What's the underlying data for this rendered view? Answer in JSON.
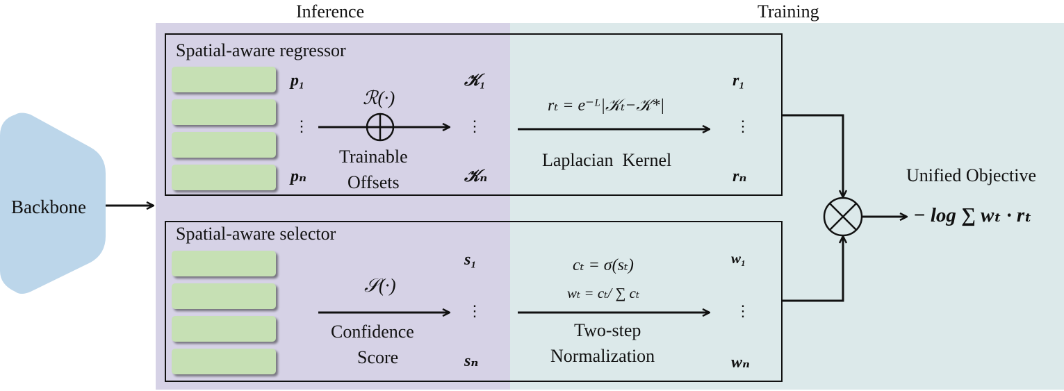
{
  "colors": {
    "inference_bg": "#d6d2e6",
    "training_bg": "#dce9ea",
    "backbone_fill": "#bcd6ea",
    "feature_bar": "#c6e0b4"
  },
  "sections": {
    "inference": "Inference",
    "training": "Training"
  },
  "backbone": {
    "label": "Backbone"
  },
  "regressor": {
    "title": "Spatial-aware regressor",
    "p_first": "p₁",
    "p_dots": "⋮",
    "p_last": "pₙ",
    "op": "ℛ(·)",
    "op_caption_1": "Trainable",
    "op_caption_2": "Offsets",
    "k_first": "𝒦₁",
    "k_dots": "⋮",
    "k_last": "𝒦ₙ",
    "kernel_eq": "rₜ = e⁻ᴸ|𝒦ₜ−𝒦*|",
    "kernel_caption": "Laplacian  Kernel",
    "r_first": "r₁",
    "r_dots": "⋮",
    "r_last": "rₙ"
  },
  "selector": {
    "title": "Spatial-aware selector",
    "op": "𝒮(·)",
    "op_caption_1": "Confidence",
    "op_caption_2": "Score",
    "s_first": "s₁",
    "s_dots": "⋮",
    "s_last": "sₙ",
    "norm_eq_1": "cₜ = σ(sₜ)",
    "norm_eq_2": "wₜ = cₜ/ ∑ cₜ",
    "norm_caption_1": "Two-step",
    "norm_caption_2": "Normalization",
    "w_first": "w₁",
    "w_dots": "⋮",
    "w_last": "wₙ"
  },
  "objective": {
    "title": "Unified Objective",
    "formula": "− log ∑ wₜ · rₜ"
  }
}
